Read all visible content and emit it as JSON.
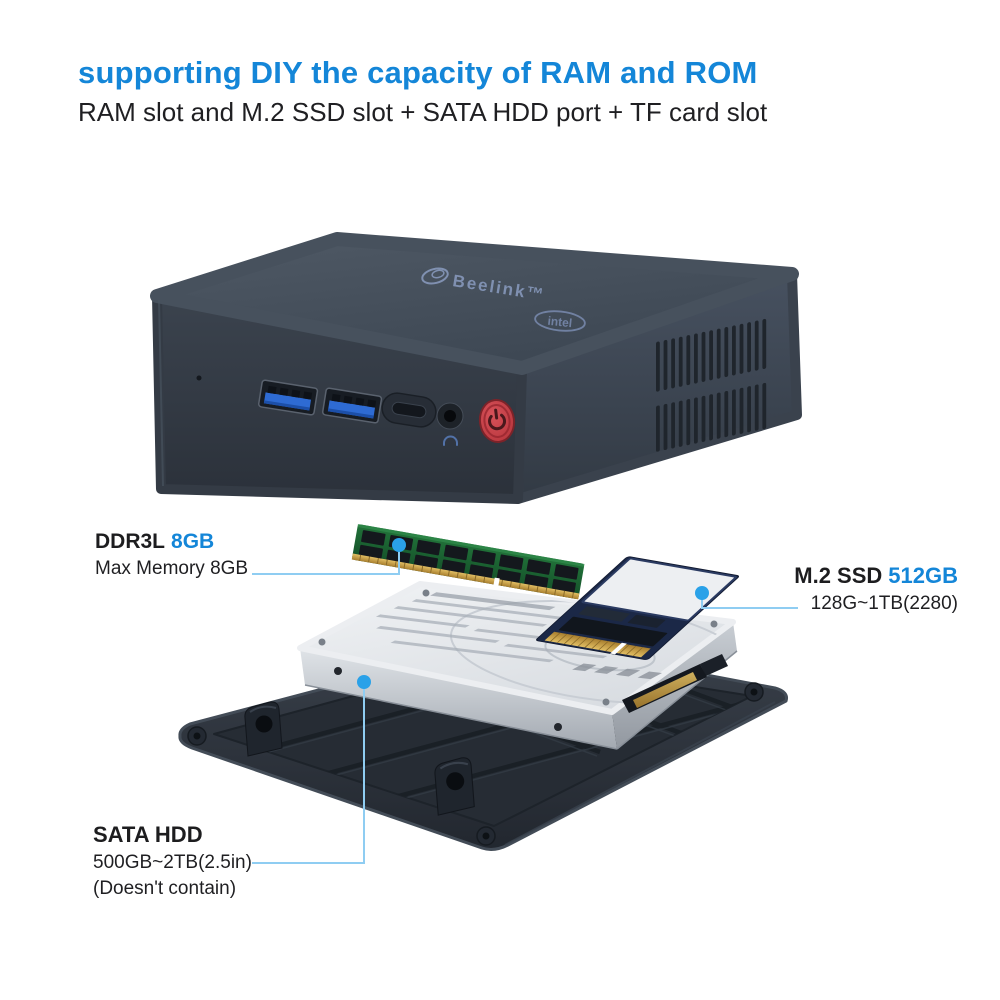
{
  "header": {
    "title": "supporting DIY the capacity of RAM and ROM",
    "subtitle": "RAM slot and M.2 SSD slot + SATA HDD port + TF card slot"
  },
  "device": {
    "brand_logo": "Beelink™",
    "chip_logo": "intel"
  },
  "callouts": {
    "ram": {
      "name": "DDR3L",
      "value": "8GB",
      "detail": "Max Memory 8GB"
    },
    "ssd": {
      "name": "M.2 SSD",
      "value": "512GB",
      "detail": "128G~1TB(2280)"
    },
    "hdd": {
      "name": "SATA HDD",
      "detail": "500GB~2TB(2.5in)",
      "note": "(Doesn't contain)"
    }
  },
  "colors": {
    "accent": "#1486d8",
    "callout_line": "#8fcdf2",
    "callout_dot": "#2aa1e8",
    "power_button_red": "#c8383f",
    "usb_blue": "#2e6bd3",
    "ram_pcb_green": "#1e6e38",
    "device_body": "#3c4450",
    "hdd_label": "#edeff2",
    "tray_dark": "#2b313a"
  },
  "icons": {
    "power_button": "power-icon",
    "headphone_jack": "headphone-icon"
  }
}
